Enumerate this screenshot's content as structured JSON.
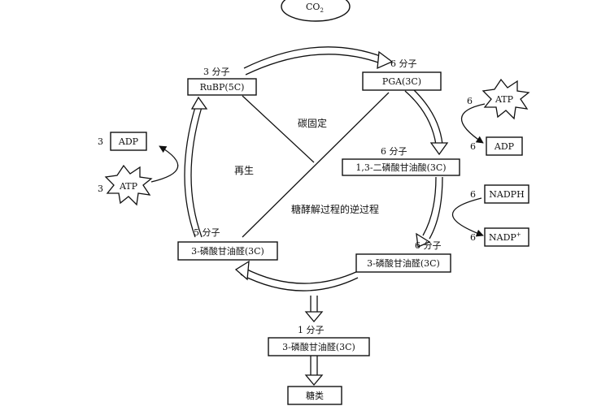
{
  "inputs": {
    "co2": "CO",
    "co2_sub": "2"
  },
  "nodes": {
    "rubp": {
      "count": "3 分子",
      "label": "RuBP(5C)"
    },
    "pga": {
      "count": "6 分子",
      "label": "PGA(3C)"
    },
    "bpg": {
      "count": "6 分子",
      "label": "1,3-二磷酸甘油酸(3C)"
    },
    "g3p_right": {
      "count": "6 分子",
      "label": "3-磷酸甘油醛(3C)"
    },
    "g3p_left": {
      "count": "5 分子",
      "label": "3-磷酸甘油醛(3C)"
    },
    "g3p_out": {
      "count": "1 分子",
      "label": "3-磷酸甘油醛(3C)"
    },
    "sugar": {
      "label": "糖类"
    }
  },
  "regions": {
    "fixation": "碳固定",
    "regeneration": "再生",
    "reverse_glycolysis": "糖酵解过程的逆过程"
  },
  "cofactors": {
    "atp_in_right": {
      "count": "6",
      "label": "ATP"
    },
    "adp_out_right": {
      "count": "6",
      "label": "ADP"
    },
    "nadph_in": {
      "count": "6",
      "label": "NADPH"
    },
    "nadp_out": {
      "count": "6",
      "label": "NADP",
      "sup": "+"
    },
    "adp_out_left": {
      "count": "3",
      "label": "ADP"
    },
    "atp_in_left": {
      "count": "3",
      "label": "ATP"
    }
  }
}
